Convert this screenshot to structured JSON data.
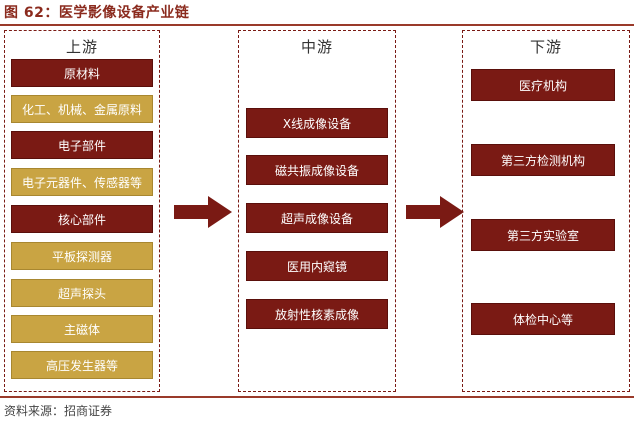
{
  "title": "图 62：医学影像设备产业链",
  "source": "资料来源：招商证券",
  "colors": {
    "dark_box": "#7a1a14",
    "gold_box": "#c9a443",
    "accent": "#9a3a2a"
  },
  "upstream": {
    "header": "上游",
    "items": [
      "原材料",
      "化工、机械、金属原料",
      "电子部件",
      "电子元器件、传感器等",
      "核心部件",
      "平板探测器",
      "超声探头",
      "主磁体",
      "高压发生器等"
    ]
  },
  "midstream": {
    "header": "中游",
    "items": [
      "X线成像设备",
      "磁共振成像设备",
      "超声成像设备",
      "医用内窥镜",
      "放射性核素成像"
    ]
  },
  "downstream": {
    "header": "下游",
    "items": [
      "医疗机构",
      "第三方检测机构",
      "第三方实验室",
      "体检中心等"
    ]
  }
}
